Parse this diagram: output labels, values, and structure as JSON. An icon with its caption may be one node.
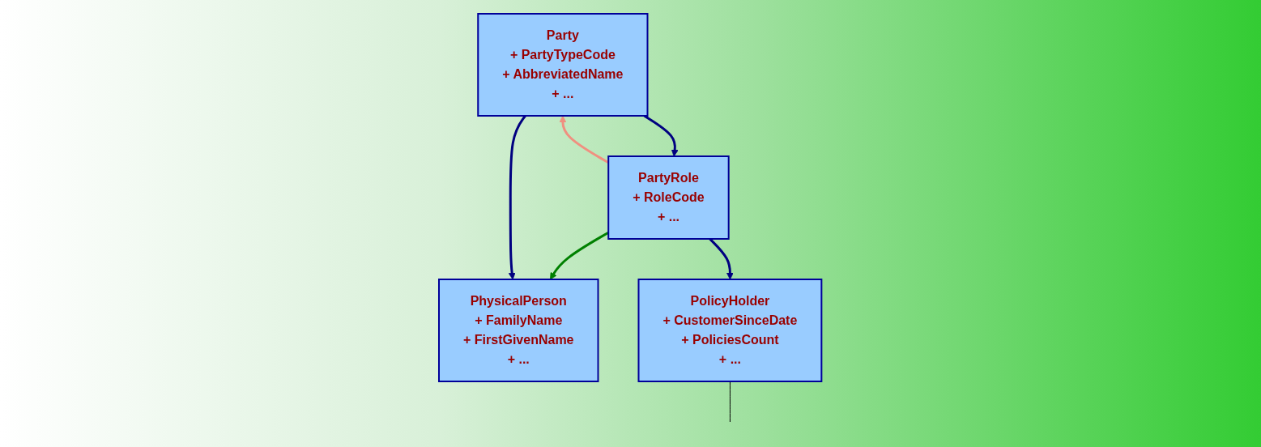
{
  "diagram": {
    "nodes": [
      {
        "text": [
          "Party",
          "+ PartyTypeCode",
          "+ AbbreviatedName",
          "+ ..."
        ]
      },
      {
        "text": [
          "PartyRole",
          "+ RoleCode",
          "+ ..."
        ]
      },
      {
        "text": [
          "PhysicalPerson",
          "+ FamilyName",
          "+ FirstGivenName",
          "+ ..."
        ]
      },
      {
        "text": [
          "PolicyHolder",
          "+ CustomerSinceDate",
          "+ PoliciesCount",
          "+ ..."
        ]
      }
    ],
    "edges": [
      {
        "from": 1,
        "to": 2,
        "arrow": "to",
        "color": "#008000"
      },
      {
        "from": 1,
        "to": 0,
        "arrow": "to",
        "color": "#f09080"
      },
      {
        "from": 0,
        "to": 1,
        "arrow": "to"
      },
      {
        "from": 0,
        "to": 2,
        "arrow": "to"
      },
      {
        "from": 1,
        "to": 3,
        "arrow": "to"
      },
      {
        "from": 3,
        "to": null,
        "arrow": "none",
        "color": "#000000"
      }
    ]
  }
}
